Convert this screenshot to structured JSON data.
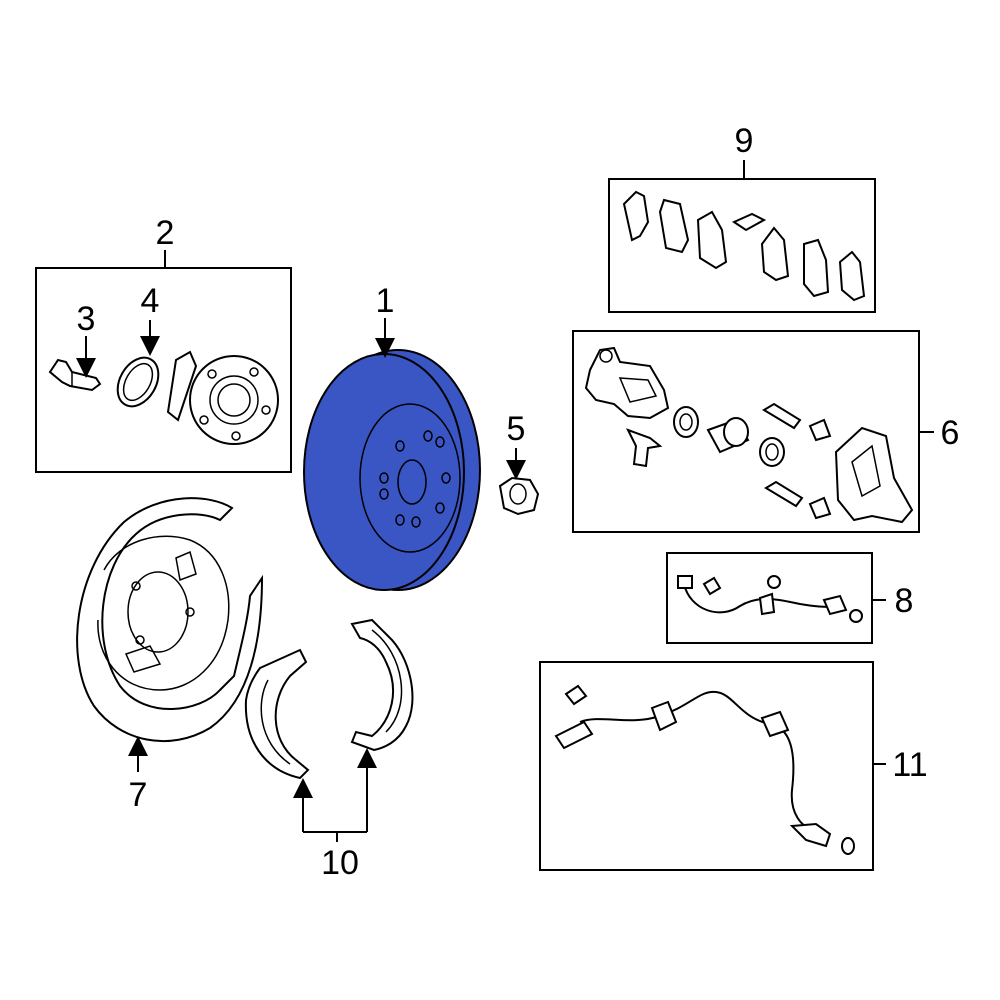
{
  "callouts": {
    "c1": "1",
    "c2": "2",
    "c3": "3",
    "c4": "4",
    "c5": "5",
    "c6": "6",
    "c7": "7",
    "c8": "8",
    "c9": "9",
    "c10": "10",
    "c11": "11"
  },
  "colors": {
    "highlight": "#3a56c5",
    "line": "#000000",
    "background": "#ffffff"
  },
  "highlighted_part": "1"
}
